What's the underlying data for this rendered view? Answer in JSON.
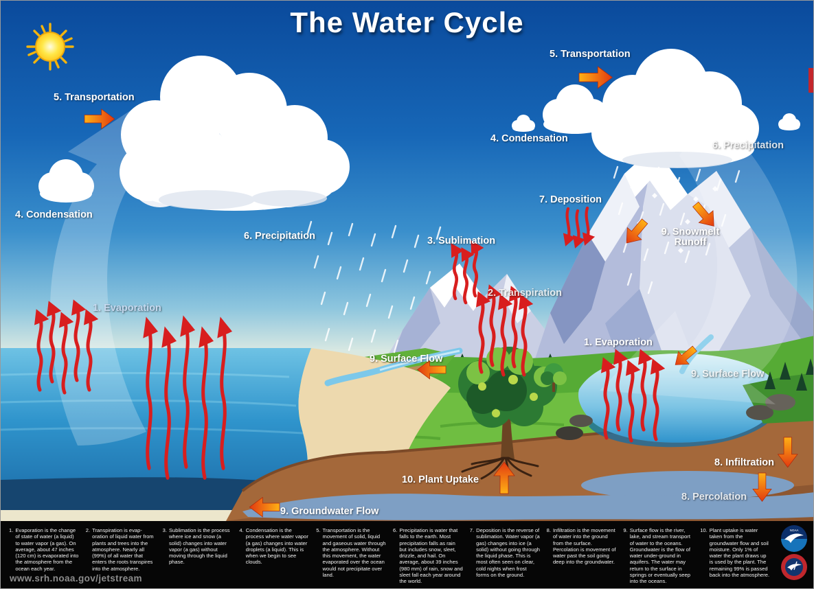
{
  "title": "The Water Cycle",
  "url": "www.srh.noaa.gov/jetstream",
  "labels": {
    "transportation_left": "5. Transportation",
    "condensation_left": "4. Condensation",
    "precipitation_left": "6. Precipitation",
    "evaporation_left": "1. Evaporation",
    "transportation_right": "5. Transportation",
    "condensation_right": "4. Condensation",
    "precipitation_right": "6. Precipitation",
    "deposition": "7. Deposition",
    "snowmelt_line1": "9. Snowmelt",
    "snowmelt_line2": "Runoff",
    "sublimation": "3. Sublimation",
    "transpiration": "2. Transpiration",
    "evaporation_right": "1. Evaporation",
    "surface_flow_left": "9. Surface Flow",
    "surface_flow_right": "9. Surface Flow",
    "infiltration": "8. Infiltration",
    "percolation": "8. Percolation",
    "plant_uptake": "10. Plant Uptake",
    "groundwater_flow": "9. Groundwater Flow"
  },
  "footer": {
    "items": [
      {
        "num": "1.",
        "text": "Evaporation is the change of state of water (a liquid) to water vapor (a gas). On average, about 47 inches (120 cm) is evaporated into the atmosphere from the ocean each year."
      },
      {
        "num": "2.",
        "text": "Transpiration is evap-oration of liquid water from plants and trees into the atmosphere. Nearly all (99%) of all water that enters the roots transpires into the atmosphere."
      },
      {
        "num": "3.",
        "text": "Sublimation is the process where ice and snow (a solid) changes into water vapor (a gas) without moving through the liquid phase."
      },
      {
        "num": "4.",
        "text": "Condensation is the process where water vapor (a gas) changes into water droplets (a liquid). This is when we begin to see clouds."
      },
      {
        "num": "5.",
        "text": "Transportation is the movement of solid, liquid and gaseous water through the atmosphere. Without this movement, the water evaporated over the ocean would not precipitate over land."
      },
      {
        "num": "6.",
        "text": "Precipitation is water that falls to the earth. Most precipitation falls as rain but includes snow, sleet, drizzle, and hail. On average, about 39 inches (980 mm) of rain, snow and sleet fall each year around the world."
      },
      {
        "num": "7.",
        "text": "Deposition is the reverse of sublimation. Water vapor (a gas) changes into ice (a solid) without going through the liquid phase. This is most often seen on clear, cold nights when frost forms on the ground."
      },
      {
        "num": "8.",
        "text": "Infiltration is the movement of water into the ground from the surface. Percolation is movement of water past the soil going deep into the groundwater."
      },
      {
        "num": "9.",
        "text": "Surface flow is the river, lake, and stream transport of water to the oceans. Groundwater is the flow of water under-ground in aquifers. The water may return to the surface in springs or eventually seep into the oceans."
      },
      {
        "num": "10.",
        "text": "Plant uptake is water taken from the groundwater flow and soil moisture. Only 1% of water the plant draws up is used by the plant. The remaining 99% is passed back into the atmosphere."
      }
    ],
    "noaa_text": "NOAA"
  },
  "icons": {
    "sun": "sun-icon",
    "noaa_logo": "noaa-circle-seagull-logo",
    "nws_logo": "national-weather-service-seal"
  },
  "colors": {
    "sky_top": "#0a4a9c",
    "sky_horizon": "#ece6cc",
    "ocean": "#1b7ab8",
    "sand": "#edd9ae",
    "grass": "#6fbe41",
    "soil": "#a4683a",
    "groundwater": "#7e9fc4",
    "mountain": "#b3bcdb",
    "cloud": "#ffffff",
    "arrow_red": "#d81e1e",
    "arrow_orange": "#f7941d",
    "footer_bg": "#060606",
    "label_text": "#ffffff"
  }
}
